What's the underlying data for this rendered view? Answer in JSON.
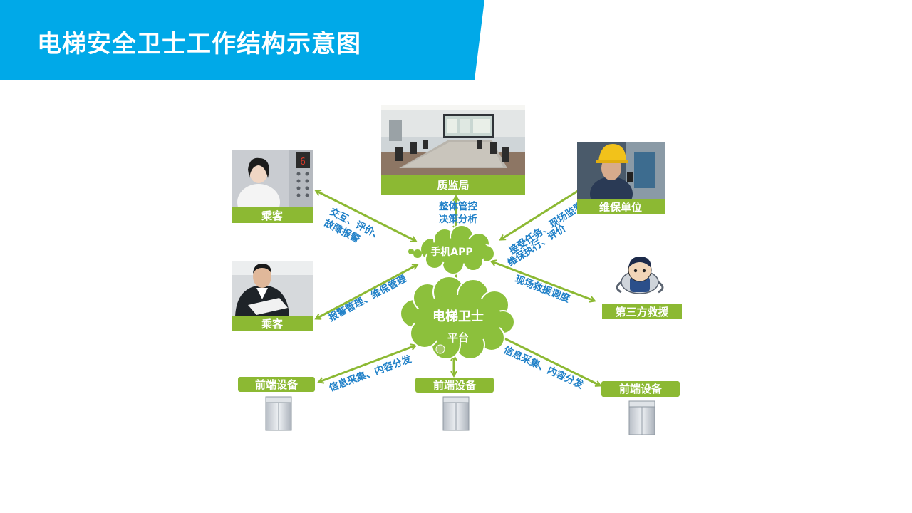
{
  "header": {
    "title": "电梯安全卫士工作结构示意图"
  },
  "colors": {
    "banner": "#00a9e8",
    "node_green": "#8cb933",
    "arrow": "#8cb933",
    "edge_text": "#1f80c8",
    "cloud": "#8cc03c"
  },
  "nodes": {
    "quality": "质监局",
    "passenger_top": "乘客",
    "maintenance": "维保单位",
    "passenger_bottom": "乘客",
    "third_party": "第三方救援",
    "frontend_left": "前端设备",
    "frontend_mid": "前端设备",
    "frontend_right": "前端设备"
  },
  "clouds": {
    "app": "手机APP",
    "platform_line1": "电梯卫士",
    "platform_line2": "平台"
  },
  "edges": {
    "quality_line1": "整体管控",
    "quality_line2": "决策分析",
    "passenger_top_line1": "交互、评价、",
    "passenger_top_line2": "故障报警",
    "maintenance_line1": "接受任务、现场监看",
    "maintenance_line2": "维保执行、评价",
    "passenger_bottom": "报警管理、维保管理",
    "third_party": "现场救援调度",
    "frontend_left": "信息采集、内容分发",
    "frontend_right": "信息采集、内容分发"
  }
}
